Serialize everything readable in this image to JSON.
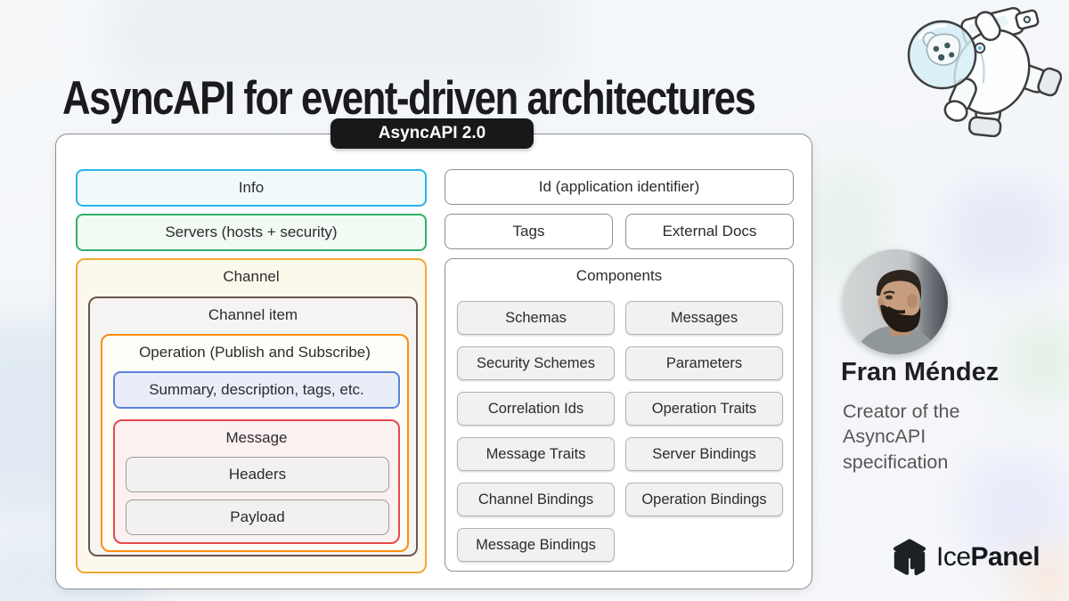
{
  "page": {
    "title": "AsyncAPI for event-driven architectures",
    "version_badge": "AsyncAPI 2.0"
  },
  "spec": {
    "info": "Info",
    "servers": "Servers (hosts + security)",
    "channel": "Channel",
    "channel_item": "Channel item",
    "operation": "Operation (Publish and Subscribe)",
    "operation_details": "Summary, description, tags, etc.",
    "message": "Message",
    "headers": "Headers",
    "payload": "Payload",
    "id": "Id (application identifier)",
    "tags": "Tags",
    "external_docs": "External Docs",
    "components_label": "Components",
    "components": [
      "Schemas",
      "Messages",
      "Security Schemes",
      "Parameters",
      "Correlation Ids",
      "Operation Traits",
      "Message Traits",
      "Server Bindings",
      "Channel Bindings",
      "Operation Bindings",
      "Message Bindings"
    ]
  },
  "author": {
    "name": "Fran Méndez",
    "role": "Creator of the AsyncAPI specification"
  },
  "brand": {
    "logo_text_regular": "Ice",
    "logo_text_bold": "Panel",
    "mascot": "polar-bear-astronaut"
  },
  "colors": {
    "badge_bg": "#17181a",
    "info_border": "#2cb3e8",
    "servers_border": "#2eb06a",
    "channel_border": "#f0a836",
    "channel_item_border": "#6b564c",
    "operation_border": "#fd8c0d",
    "details_border": "#5b82dd",
    "message_border": "#e5494d",
    "neutral_border": "#8f8f8f",
    "component_item_bg": "#f1f1f2"
  }
}
